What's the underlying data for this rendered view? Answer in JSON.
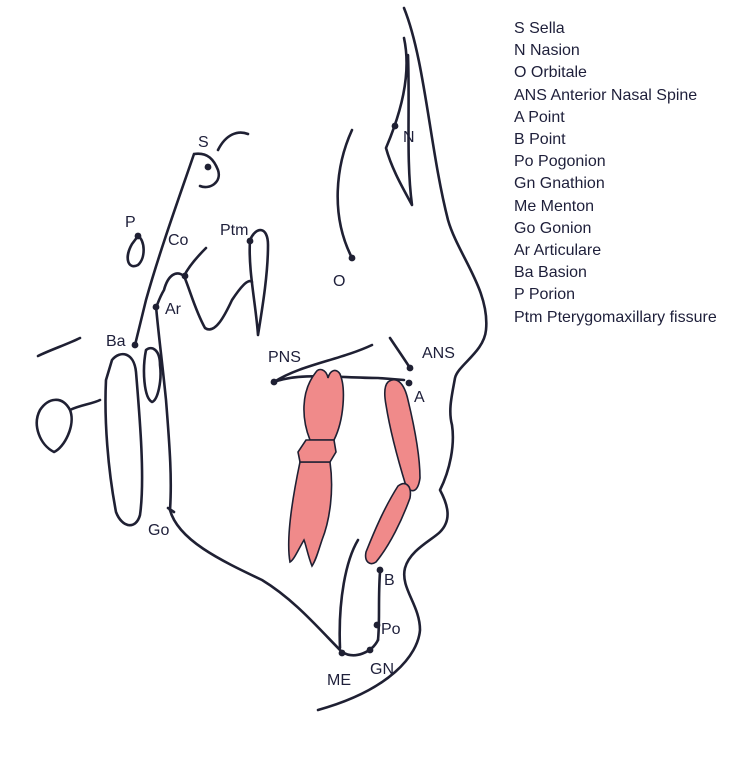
{
  "landmarks": [
    {
      "abbr": "S",
      "label": "S"
    },
    {
      "abbr": "N",
      "label": "N"
    },
    {
      "abbr": "O",
      "label": "O"
    },
    {
      "abbr": "ANS",
      "label": "ANS"
    },
    {
      "abbr": "A",
      "label": "A"
    },
    {
      "abbr": "B",
      "label": "B"
    },
    {
      "abbr": "Po",
      "label": "Po"
    },
    {
      "abbr": "Gn",
      "label": "GN"
    },
    {
      "abbr": "Me",
      "label": "ME"
    },
    {
      "abbr": "Go",
      "label": "Go"
    },
    {
      "abbr": "Ar",
      "label": "Ar"
    },
    {
      "abbr": "Ba",
      "label": "Ba"
    },
    {
      "abbr": "P",
      "label": "P"
    },
    {
      "abbr": "Ptm",
      "label": "Ptm"
    },
    {
      "abbr": "Co",
      "label": "Co"
    },
    {
      "abbr": "PNS",
      "label": "PNS"
    }
  ],
  "legend": [
    "S Sella",
    "N Nasion",
    "O Orbitale",
    "ANS Anterior Nasal Spine",
    "A Point",
    "B Point",
    "Po Pogonion",
    "Gn Gnathion",
    "Me Menton",
    "Go Gonion",
    "Ar Articulare",
    "Ba Basion",
    "P Porion",
    "Ptm Pterygomaxillary fissure"
  ],
  "colors": {
    "line": "#1f2033",
    "tooth": "#f08a8a",
    "text": "#1e1f3a"
  }
}
